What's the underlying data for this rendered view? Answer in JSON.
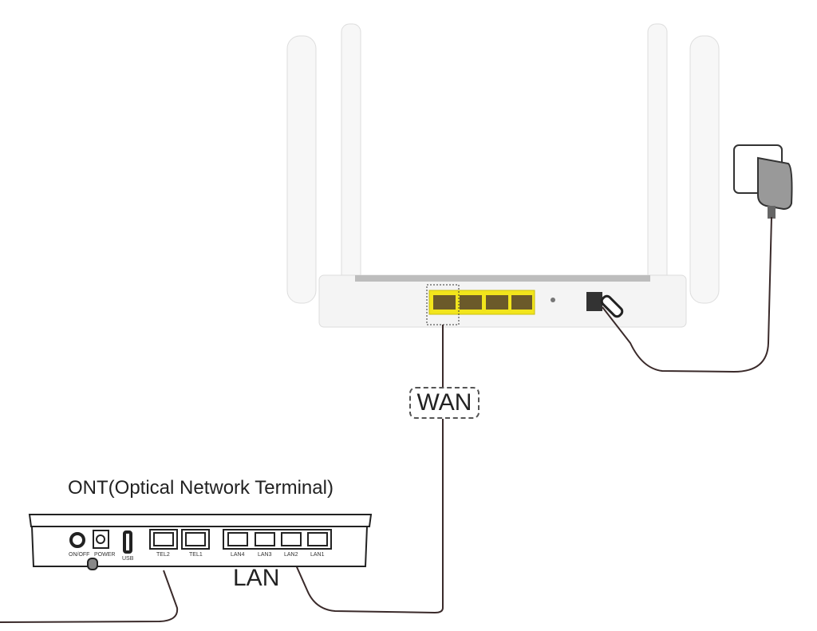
{
  "labels": {
    "ont_title": "ONT(Optical Network Terminal)",
    "wan": "WAN",
    "lan": "LAN"
  },
  "ont_ports": [
    "ON/OFF",
    "POWER",
    "USB",
    "TEL2",
    "TEL1",
    "LAN4",
    "LAN3",
    "LAN2",
    "LAN1"
  ],
  "colors": {
    "router_ports": "#f2e51c",
    "cable": "#3a2a2a",
    "router_body": "#f4f4f4"
  }
}
